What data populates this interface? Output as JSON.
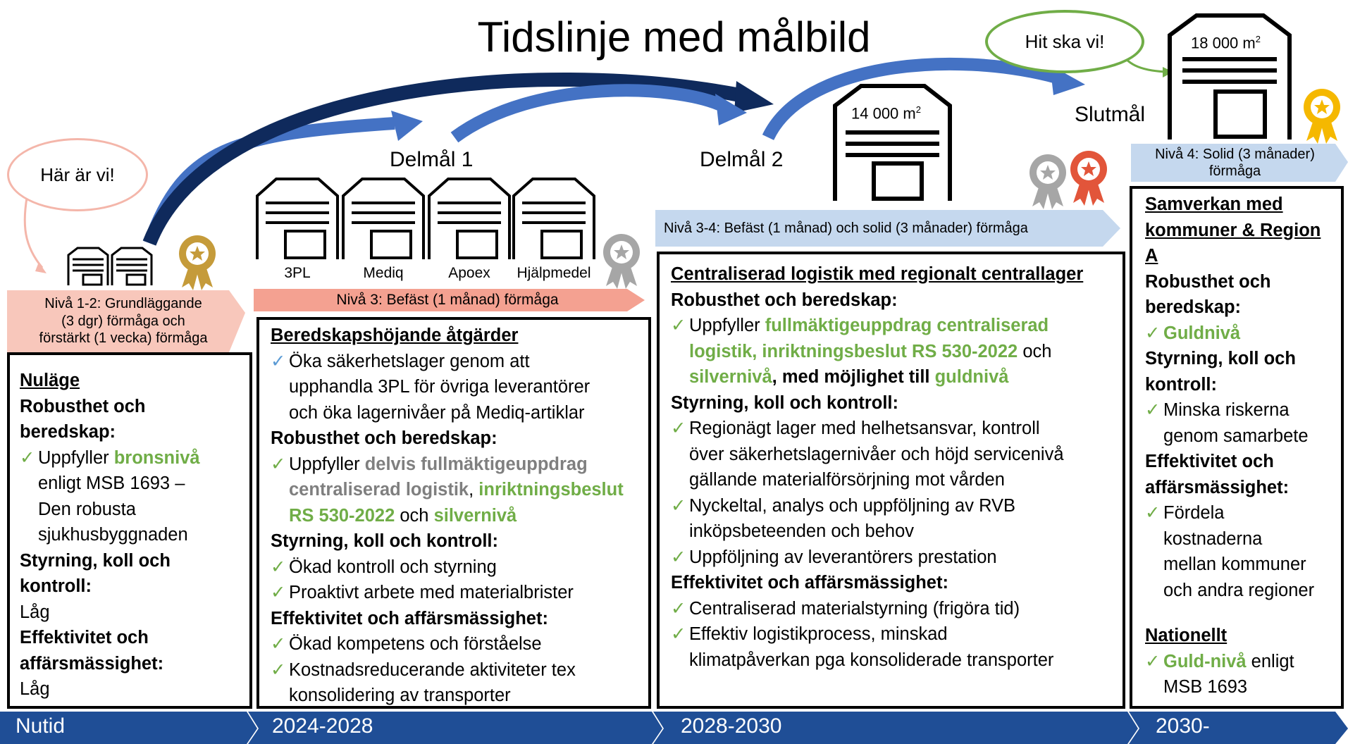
{
  "title": "Tidslinje med målbild",
  "callouts": {
    "here": "Här är vi!",
    "goal": "Hit ska vi!"
  },
  "milestones": {
    "m1": "Delmål 1",
    "m2": "Delmål 2",
    "final": "Slutmål"
  },
  "areas": {
    "a14": "14 000 m",
    "a18": "18 000 m",
    "sup": "2"
  },
  "warehouses": [
    "3PL",
    "Mediq",
    "Apoex",
    "Hjälpmedel"
  ],
  "levels": {
    "l12": [
      "Nivå 1-2: Grundläggande",
      "(3 dgr) förmåga och",
      "förstärkt (1 vecka) förmåga"
    ],
    "l3": "Nivå 3: Befäst (1 månad) förmåga",
    "l34": "Nivå 3-4: Befäst (1 månad) och solid (3 månader) förmåga",
    "l4": [
      "Nivå 4: Solid (3 månader)",
      "förmåga"
    ]
  },
  "col1": {
    "heading": "Nuläge",
    "robust_a": "Robusthet och",
    "robust_b": "beredskap:",
    "r1_a": "Uppfyller ",
    "r1_b": "bronsnivå",
    "r1_c": "enligt MSB 1693 –",
    "r1_d": "Den robusta",
    "r1_e": "sjukhusbyggnaden",
    "styr_a": "Styrning, koll och",
    "styr_b": "kontroll:",
    "styr_val": "Låg",
    "eff_a": "Effektivitet och",
    "eff_b": "affärsmässighet:",
    "eff_val": "Låg"
  },
  "col2": {
    "heading": "Beredskapshöjande åtgärder",
    "b1": "Öka säkerhetslager genom att",
    "b1b": "upphandla 3PL för övriga leverantörer",
    "b1c": "och öka lagernivåer på Mediq-artiklar",
    "robust": "Robusthet och beredskap:",
    "r1_a": "Uppfyller ",
    "r1_b": "delvis fullmäktigeuppdrag",
    "r1_c": "centraliserad logistik",
    "r1_d": ", ",
    "r1_e": "inriktningsbeslut",
    "r1_f": "RS 530-2022",
    "r1_g": " och ",
    "r1_h": "silvernivå",
    "styr": "Styrning, koll och kontroll:",
    "s1": "Ökad kontroll och styrning",
    "s2": "Proaktivt arbete med materialbrister",
    "eff": "Effektivitet och affärsmässighet:",
    "e1": "Ökad kompetens och förståelse",
    "e2": "Kostnadsreducerande aktiviteter tex",
    "e2b": "konsolidering av transporter"
  },
  "col3": {
    "heading": "Centraliserad logistik med regionalt centrallager",
    "robust": "Robusthet och beredskap:",
    "r1_a": "Uppfyller ",
    "r1_b": "fullmäktigeuppdrag centraliserad",
    "r1_c": "logistik, inriktningsbeslut RS 530-2022",
    "r1_d": " och",
    "r1_e": "silvernivå",
    "r1_f": ", med möjlighet till ",
    "r1_g": "guldnivå",
    "styr": "Styrning, koll och kontroll:",
    "s1": "Regionägt lager med helhetsansvar, kontroll",
    "s1b": "över säkerhetslagernivåer och höjd servicenivå",
    "s1c": "gällande materialförsörjning mot vården",
    "s2": "Nyckeltal, analys och uppföljning av RVB",
    "s2b": "inköpsbeteenden och behov",
    "s3": "Uppföljning av leverantörers prestation",
    "eff": "Effektivitet och affärsmässighet:",
    "e1": "Centraliserad materialstyrning (frigöra tid)",
    "e2": "Effektiv logistikprocess, minskad",
    "e2b": "klimatpåverkan pga konsoliderade transporter"
  },
  "col4": {
    "heading_a": "Samverkan med",
    "heading_b": "kommuner & Region",
    "heading_c": "A",
    "robust_a": "Robusthet och",
    "robust_b": "beredskap:",
    "r1": "Guldnivå",
    "styr_a": "Styrning, koll och",
    "styr_b": "kontroll:",
    "s1": "Minska riskerna",
    "s1b": "genom samarbete",
    "eff_a": "Effektivitet och",
    "eff_b": "affärsmässighet:",
    "e1": "Fördela",
    "e1b": "kostnaderna",
    "e1c": "mellan kommuner",
    "e1d": "och andra regioner",
    "nat": "Nationellt",
    "n1_a": "Guld-nivå",
    "n1_b": " enligt",
    "n1_c": "MSB 1693"
  },
  "periods": [
    "Nutid",
    "2024-2028",
    "2028-2030",
    "2030-"
  ],
  "colors": {
    "blue_dark": "#1f4e96",
    "arrow_blue": "#4472c4",
    "arrow_navy": "#0f2a5c",
    "salmon": "#f4a191",
    "light_salmon": "#f8c7bb",
    "light_blue": "#c5d8ee",
    "green": "#70ad47",
    "gold": "#c59b3a",
    "silver": "#a6a6a6",
    "bronze": "#e2553a"
  },
  "icons": [
    "warehouse-icon",
    "award-ribbon-icon",
    "check-icon",
    "curved-arrow-icon"
  ]
}
